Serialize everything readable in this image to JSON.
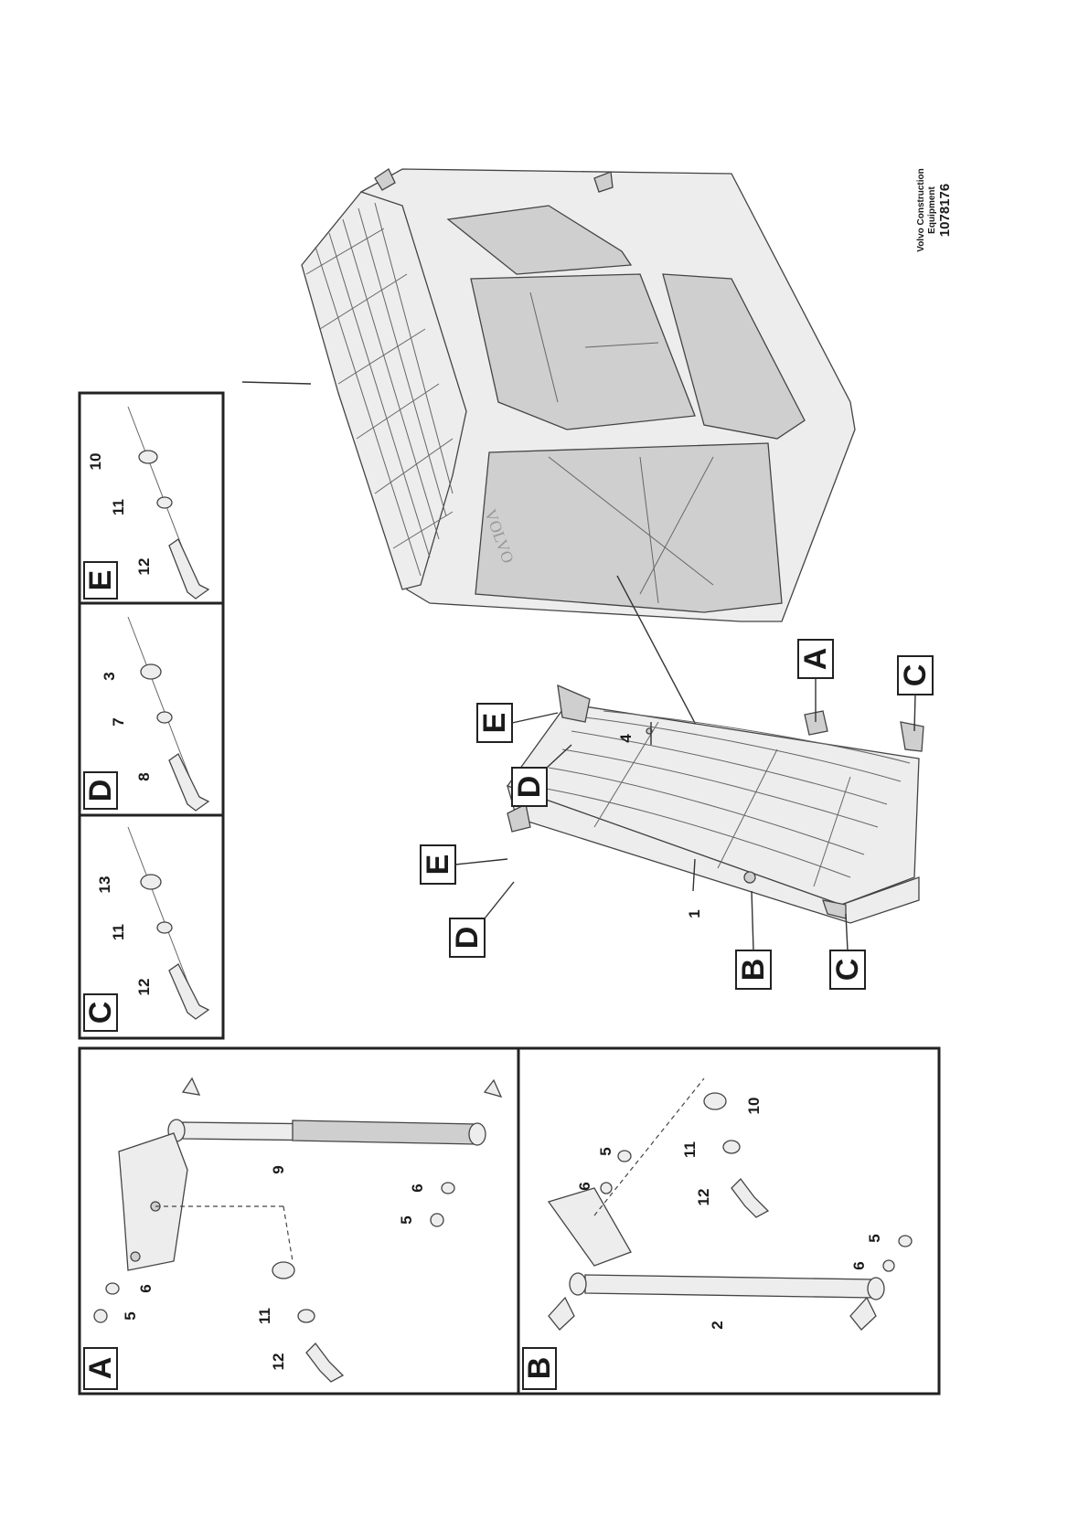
{
  "reference": {
    "company_line1": "Volvo Construction",
    "company_line2": "Equipment",
    "number": "1078176"
  },
  "callouts": {
    "main": [
      "1",
      "4"
    ],
    "boxes_on_main": [
      "A",
      "B",
      "C",
      "C",
      "D",
      "D",
      "E",
      "E"
    ]
  },
  "details": {
    "A": {
      "label": "A",
      "items": [
        "5",
        "6",
        "9",
        "6",
        "5",
        "11",
        "12"
      ]
    },
    "B": {
      "label": "B",
      "items": [
        "5",
        "6",
        "12",
        "11",
        "10",
        "2",
        "6",
        "5"
      ]
    },
    "C": {
      "label": "C",
      "items": [
        "12",
        "11",
        "13"
      ]
    },
    "D": {
      "label": "D",
      "items": [
        "8",
        "7",
        "3"
      ]
    },
    "E": {
      "label": "E",
      "items": [
        "12",
        "11",
        "10"
      ]
    }
  }
}
